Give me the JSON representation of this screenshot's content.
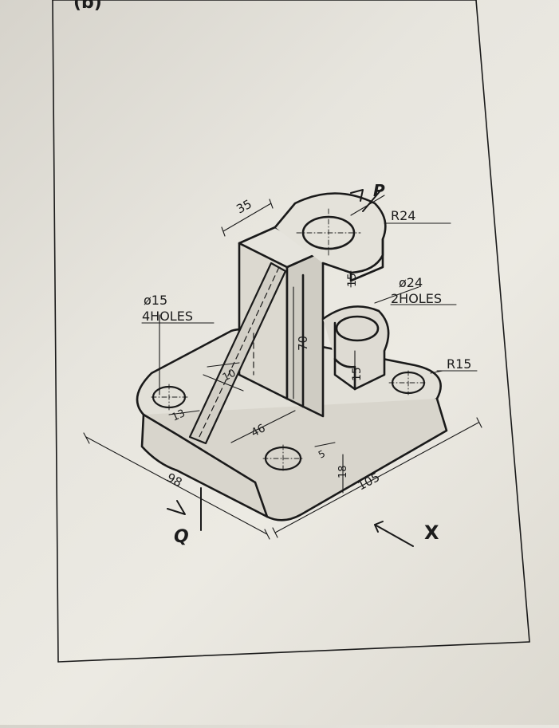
{
  "question_label": "(b)",
  "dims": {
    "d35": "35",
    "r24": "R24",
    "d15_upper": "15",
    "d24_holes": "ø24",
    "d24_count": "2HOLES",
    "d70": "70",
    "d15_lower": "15",
    "r15": "R15",
    "d10": "10",
    "d15_holes": "ø15",
    "d15_count": "4HOLES",
    "d13": "13",
    "d46": "46",
    "d5": "5",
    "d18": "18",
    "d98": "98",
    "d105": "105"
  },
  "views": {
    "p": "P",
    "q": "Q",
    "x": "X"
  }
}
